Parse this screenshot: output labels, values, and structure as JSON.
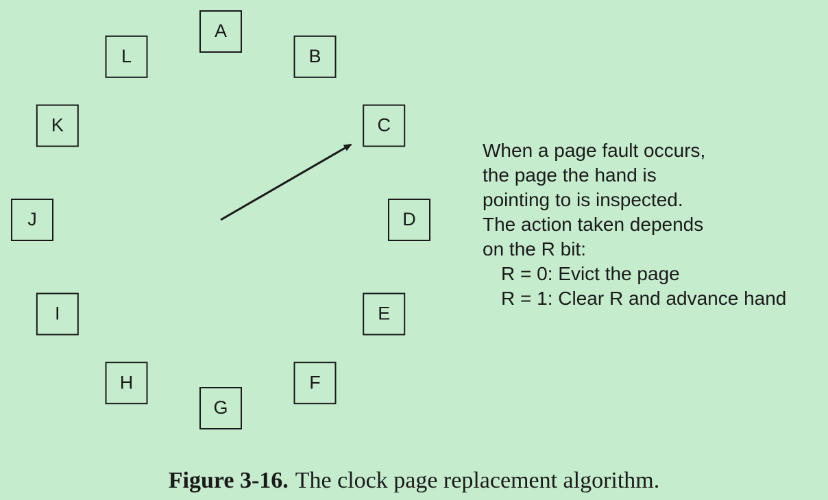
{
  "diagram": {
    "pages": [
      "A",
      "B",
      "C",
      "D",
      "E",
      "F",
      "G",
      "H",
      "I",
      "J",
      "K",
      "L"
    ],
    "hand_points_to": "C"
  },
  "description": {
    "lines": [
      "When a page fault occurs,",
      "the page the hand is",
      "pointing to is inspected.",
      "The action taken depends",
      "on the R bit:"
    ],
    "rules": [
      "R = 0: Evict the page",
      "R = 1: Clear R and advance hand"
    ]
  },
  "caption": {
    "label": "Figure 3-16.",
    "text": "The clock page replacement algorithm."
  }
}
